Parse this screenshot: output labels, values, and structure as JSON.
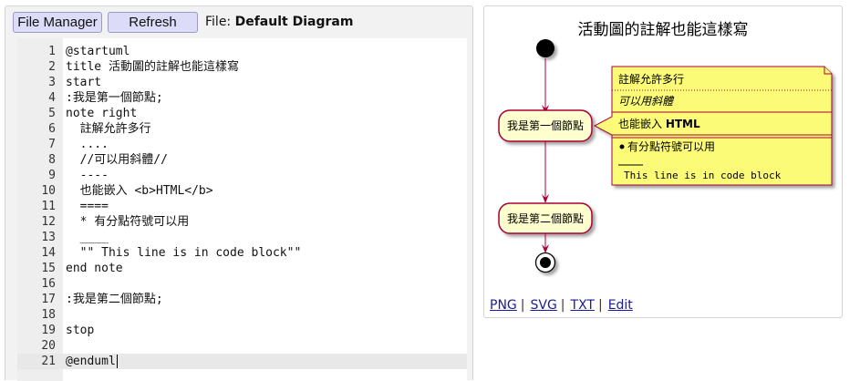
{
  "toolbar": {
    "file_manager_label": "File Manager",
    "refresh_label": "Refresh",
    "file_prefix": "File: ",
    "file_name": "Default Diagram"
  },
  "editor": {
    "active_line": 21,
    "lines": [
      {
        "n": "1",
        "text": "@startuml"
      },
      {
        "n": "2",
        "text": "title 活動圖的註解也能這樣寫"
      },
      {
        "n": "3",
        "text": "start"
      },
      {
        "n": "4",
        "text": ":我是第一個節點;"
      },
      {
        "n": "5",
        "text": "note right"
      },
      {
        "n": "6",
        "text": "  註解允許多行"
      },
      {
        "n": "7",
        "text": "  ...."
      },
      {
        "n": "8",
        "text": "  //可以用斜體//"
      },
      {
        "n": "9",
        "text": "  ----"
      },
      {
        "n": "10",
        "text": "  也能嵌入 <b>HTML</b>"
      },
      {
        "n": "11",
        "text": "  ===="
      },
      {
        "n": "12",
        "text": "  * 有分點符號可以用"
      },
      {
        "n": "13",
        "text": "  ____"
      },
      {
        "n": "14",
        "text": "  \"\" This line is in code block\"\""
      },
      {
        "n": "15",
        "text": "end note"
      },
      {
        "n": "16",
        "text": ""
      },
      {
        "n": "17",
        "text": ":我是第二個節點;"
      },
      {
        "n": "18",
        "text": ""
      },
      {
        "n": "19",
        "text": "stop"
      },
      {
        "n": "20",
        "text": ""
      },
      {
        "n": "21",
        "text": "@enduml"
      }
    ]
  },
  "diagram": {
    "title": "活動圖的註解也能這樣寫",
    "node1": "我是第一個節點",
    "node2": "我是第二個節點",
    "note_line1": "註解允許多行",
    "note_line2": "可以用斜體",
    "note_line3_prefix": "也能嵌入 ",
    "note_line3_bold": "HTML",
    "note_line4": "有分點符號可以用",
    "note_line5": "This line is in code block",
    "colors": {
      "arrow": "#a80036",
      "activity_fill": "#fefece",
      "note_fill": "#fbfb77"
    }
  },
  "links": {
    "png": "PNG",
    "svg": "SVG",
    "txt": "TXT",
    "edit": "Edit",
    "separator": "|"
  }
}
